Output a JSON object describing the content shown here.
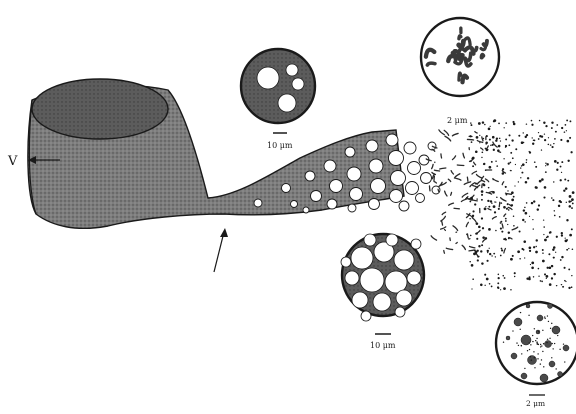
{
  "figure": {
    "velocity_label": "V",
    "scale_labels": {
      "top_left_circle": "10 μm",
      "top_right_circle": "2 μm",
      "middle_circle": "10 μm",
      "bottom_right_circle": "2 μm"
    },
    "ink_color": "#1a1a1a",
    "fill_color": "#6b6b6b",
    "paper_color": "#ffffff"
  }
}
